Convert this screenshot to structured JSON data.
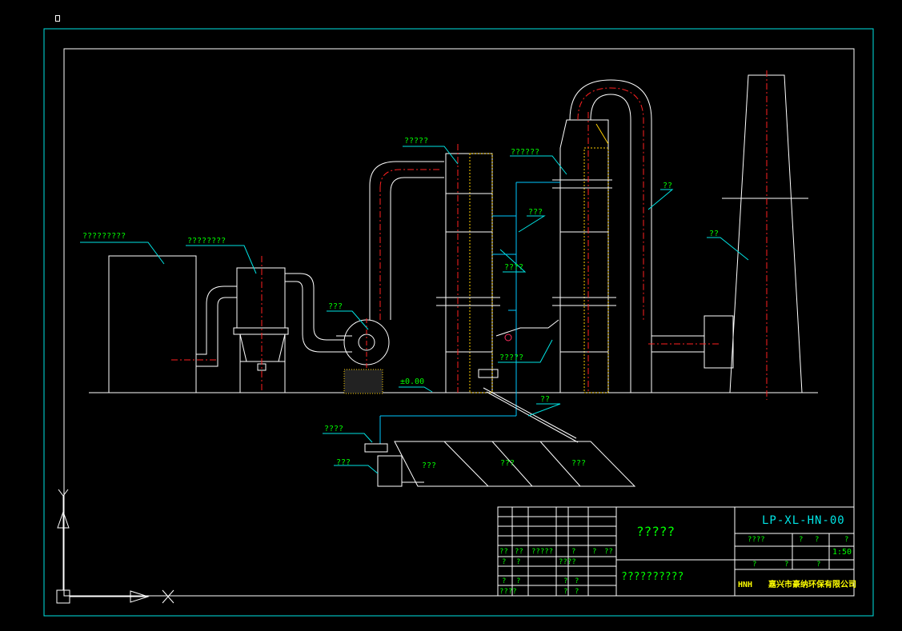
{
  "labels": {
    "room": "?????????",
    "collector": "????????",
    "fan": "???",
    "tower1": "?????",
    "tower2": "??????",
    "pipe_top": "???",
    "spray": "????",
    "sump": "?????",
    "level": "±0.00",
    "duct": "??",
    "stack": "??",
    "drain": "??",
    "pump": "????",
    "tank": "???",
    "pool_a": "???",
    "pool_b": "???",
    "pool_c": "???"
  },
  "title_block": {
    "drawing_no": "LP-XL-HN-00",
    "scale": "1:50",
    "drawing_name": "?????",
    "project_name": "??????????",
    "company": "嘉兴市豪纳环保有限公司",
    "logo": "HNH",
    "scale_hdr_1": "????",
    "scale_hdr_2": "?",
    "scale_hdr_3": "?",
    "scale_hdr_4": "?",
    "sheet_1": "?",
    "sheet_2": "?",
    "sheet_3": "?",
    "rev_1": "??",
    "rev_2": "??",
    "rev_3": "?????",
    "rev_4": "?",
    "rev_5": "?",
    "rev_6": "??",
    "sig_1": "?",
    "sig_2": "?",
    "sig_3": "????",
    "sig_4": "?",
    "sig_5": "?",
    "sig_6": "?",
    "sig_7": "?",
    "sig_8": "????",
    "sig_9": "?",
    "sig_10": "?"
  },
  "colors": {
    "frame": "#00e5e5",
    "line": "#ffffff",
    "center": "#ff2020",
    "leader": "#00e5e5",
    "text": "#00ff00",
    "insulation": "#ffd000",
    "water": "#00c8ff"
  }
}
